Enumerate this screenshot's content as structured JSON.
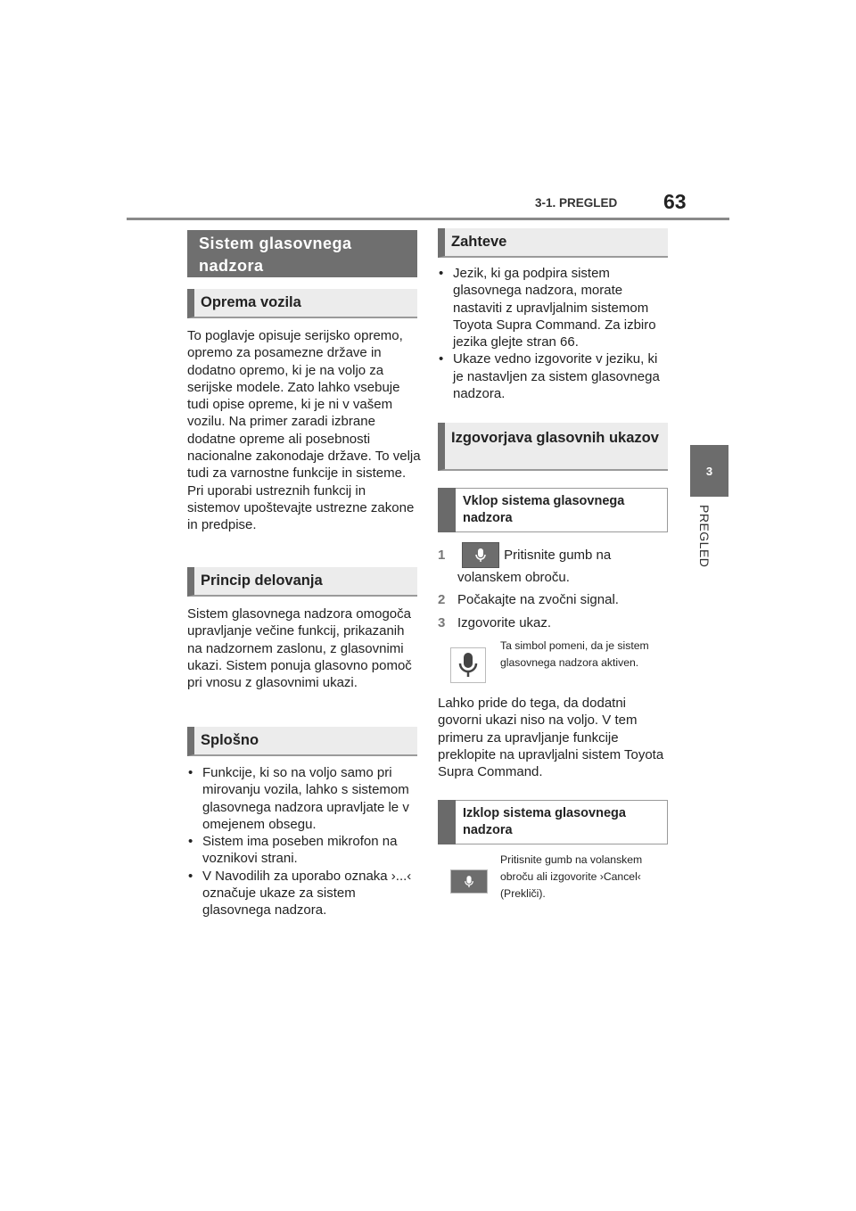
{
  "header": {
    "section": "3-1. PREGLED",
    "page_number": "63"
  },
  "side_tab": {
    "number": "3",
    "label": "PREGLED"
  },
  "left": {
    "title": "Sistem glasovnega nadzora",
    "oprema": {
      "heading": "Oprema vozila",
      "text": "To poglavje opisuje serijsko opremo, opremo za posamezne države in dodatno opremo, ki je na voljo za serijske modele. Zato lahko vsebuje tudi opise opreme, ki je ni v vašem vozilu. Na primer zaradi izbrane dodatne opreme ali posebnosti nacionalne zakonodaje države. To velja tudi za varnostne funkcije in sisteme. Pri uporabi ustreznih funkcij in sistemov upoštevajte ustrezne zakone in predpise."
    },
    "princip": {
      "heading": "Princip delovanja",
      "text": "Sistem glasovnega nadzora omogoča upravljanje večine funkcij, prikazanih na nadzornem zaslonu, z glasovnimi ukazi. Sistem ponuja glasovno pomoč pri vnosu z glasovnimi ukazi."
    },
    "splosno": {
      "heading": "Splošno",
      "bullets": [
        "Funkcije, ki so na voljo samo pri mirovanju vozila, lahko s sistemom glasovnega nadzora upravljate le v omejenem obsegu.",
        "Sistem ima poseben mikrofon na voznikovi strani.",
        "V Navodilih za uporabo oznaka ›...‹ označuje ukaze za sistem glasovnega nadzora."
      ]
    }
  },
  "right": {
    "zahteve": {
      "heading": "Zahteve",
      "bullets": [
        "Jezik, ki ga podpira sistem glasovnega nadzora, morate nastaviti z upravljalnim sistemom Toyota Supra Command. Za izbiro jezika glejte stran 66.",
        "Ukaze vedno izgovorite v jeziku, ki je nastavljen za sistem glasovnega nadzora."
      ]
    },
    "izgovorjava": {
      "heading": "Izgovorjava glasovnih ukazov",
      "vklop_heading": "Vklop sistema glasovnega nadzora",
      "steps": [
        {
          "num": "1",
          "text": "Pritisnite gumb na",
          "text_cont": "volanskem obroču."
        },
        {
          "num": "2",
          "text": "Počakajte na zvočni signal."
        },
        {
          "num": "3",
          "text": "Izgovorite ukaz."
        }
      ],
      "note": "Ta simbol pomeni, da je sistem glasovnega nadzora aktiven.",
      "text": "Lahko pride do tega, da dodatni govorni ukazi niso na voljo. V tem primeru za upravljanje funkcije preklopite na upravljalni sistem Toyota Supra Command."
    },
    "izklop": {
      "heading": "Izklop sistema glasovnega nadzora",
      "note": "Pritisnite gumb na volanskem obroču ali izgovorite ›Cancel‹ (Prekliči)."
    }
  }
}
